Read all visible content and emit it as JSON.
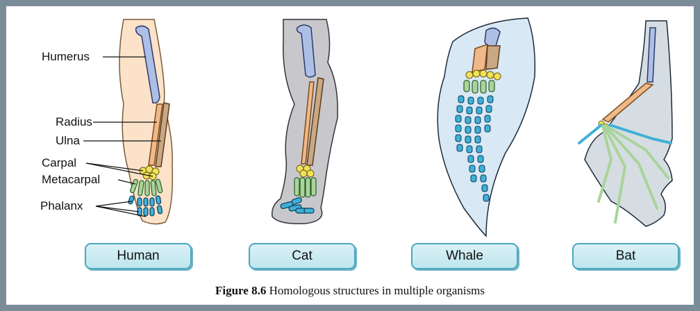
{
  "labels": {
    "humerus": "Humerus",
    "radius": "Radius",
    "ulna": "Ulna",
    "carpal": "Carpal",
    "metacarpal": "Metacarpal",
    "phalanx": "Phalanx"
  },
  "organisms": [
    "Human",
    "Cat",
    "Whale",
    "Bat"
  ],
  "caption": {
    "number": "Figure 8.6",
    "text": " Homologous structures in multiple organisms"
  },
  "colors": {
    "frame": "#7b8c99",
    "humerus": "#aebfe6",
    "radius": "#f0b98a",
    "ulna": "#c9a985",
    "carpal": "#f2e25a",
    "metacarpal": "#a8d49a",
    "phalanx": "#3fb0d6",
    "human_skin": "#fbe2c8",
    "cat_fur": "#c8c8cc",
    "whale_body": "#d8e8f4",
    "bat_wing": "#d6dde2"
  }
}
